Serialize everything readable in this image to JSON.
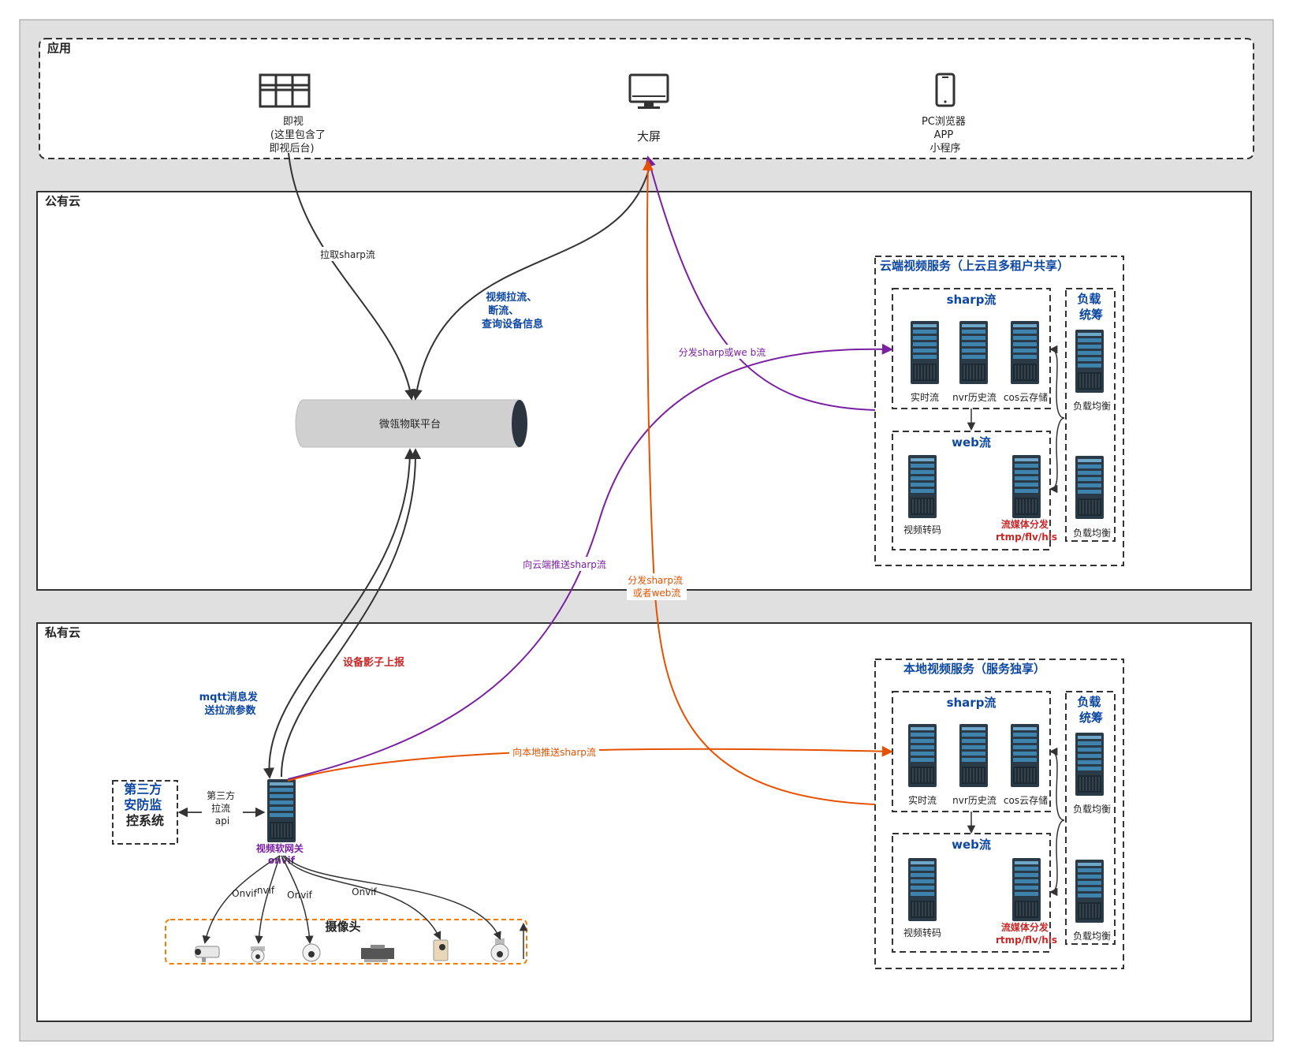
{
  "zones": {
    "app": "应用",
    "public": "公有云",
    "private": "私有云"
  },
  "apps": {
    "jishi": [
      "即视",
      "(这里包含了",
      "即视后台)"
    ],
    "dapin": "大屏",
    "pc": [
      "PC浏览器",
      "APP",
      "小程序"
    ]
  },
  "platform": "微瓴物联平台",
  "edges": {
    "pull_sharp": "拉取sharp流",
    "video_ops": [
      "视频拉流、",
      "断流、",
      "查询设备信息"
    ],
    "dist_sharp_web": "分发sharp或we b流",
    "push_cloud": "向云端推送sharp流",
    "dist_local": [
      "分发sharp流",
      "或者web流"
    ],
    "shadow_report": "设备影子上报",
    "mqtt": [
      "mqtt消息发",
      "送拉流参数"
    ],
    "push_local": "向本地推送sharp流",
    "third_api": [
      "第三方",
      "拉流",
      "api"
    ],
    "onvif": [
      "Onvif",
      "nvif",
      "Onvif",
      "Onvif"
    ]
  },
  "cloud_service": {
    "title": "云端视频服务（上云且多租户共享）",
    "sharp": "sharp流",
    "sharp_servers": [
      "实时流",
      "nvr历史流",
      "cos云存储"
    ],
    "web": "web流",
    "transcode": "视频转码",
    "media": [
      "流媒体分发",
      "rtmp/flv/hls"
    ],
    "lb_title": [
      "负载",
      "统筹"
    ],
    "lb_items": [
      "负载均衡",
      "负载均衡"
    ]
  },
  "local_service": {
    "title": "本地视频服务（服务独享）",
    "sharp": "sharp流",
    "sharp_servers": [
      "实时流",
      "nvr历史流",
      "cos云存储"
    ],
    "web": "web流",
    "transcode": "视频转码",
    "media": [
      "流媒体分发",
      "rtmp/flv/hls"
    ],
    "lb_title": [
      "负载",
      "统筹"
    ],
    "lb_items": [
      "负载均衡",
      "负载均衡"
    ]
  },
  "third_party": [
    "第三方",
    "安防监",
    "控系统"
  ],
  "gateway": [
    "视频软网关",
    "onvif"
  ],
  "cameras": "摄像头",
  "colors": {
    "purple": "#7b1fa2",
    "orange": "#e65100",
    "blue": "#0d47a1",
    "red": "#c62828",
    "dark": "#333333"
  }
}
